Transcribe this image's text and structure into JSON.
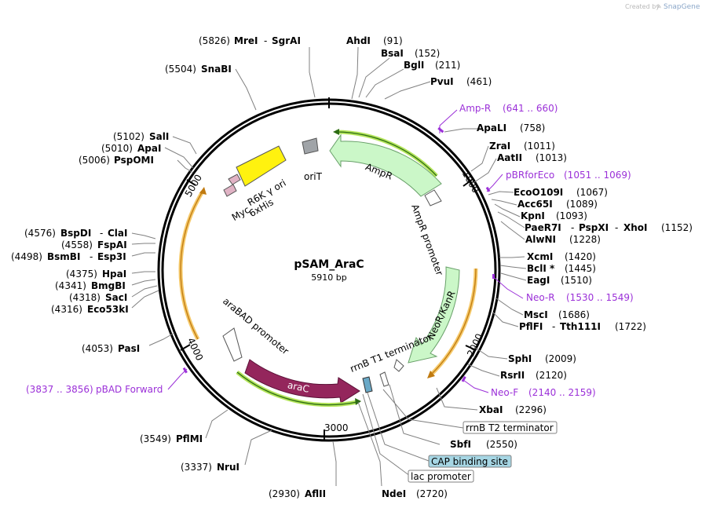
{
  "watermark": {
    "prefix": "Created by",
    "app": "SnapGene"
  },
  "plasmid": {
    "name": "pSAM_AraC",
    "size": "5910 bp"
  },
  "scale_ticks": [
    "1000",
    "2000",
    "3000",
    "4000",
    "5000"
  ],
  "sites_right": [
    {
      "name": "AhdI",
      "pos": "(91)"
    },
    {
      "name": "BsaI",
      "pos": "(152)"
    },
    {
      "name": "BglI",
      "pos": "(211)"
    },
    {
      "name": "PvuI",
      "pos": "(461)"
    },
    {
      "name": "ApaLI",
      "pos": "(758)"
    },
    {
      "name": "ZraI",
      "pos": "(1011)"
    },
    {
      "name": "AatII",
      "pos": "(1013)"
    },
    {
      "name": "EcoO109I",
      "pos": "(1067)"
    },
    {
      "name": "Acc65I",
      "pos": "(1089)"
    },
    {
      "name": "KpnI",
      "pos": "(1093)"
    },
    {
      "name": "PaeR7I",
      "sep1": "-",
      "name2": "PspXI",
      "sep2": "-",
      "name3": "XhoI",
      "pos": "(1152)"
    },
    {
      "name": "AlwNI",
      "pos": "(1228)"
    },
    {
      "name": "XcmI",
      "pos": "(1420)"
    },
    {
      "name": "BclI *",
      "pos": "(1445)"
    },
    {
      "name": "EagI",
      "pos": "(1510)"
    },
    {
      "name": "MscI",
      "pos": "(1686)"
    },
    {
      "name": "PflFI",
      "sep1": "-",
      "name2": "Tth111I",
      "pos": "(1722)"
    },
    {
      "name": "SphI",
      "pos": "(2009)"
    },
    {
      "name": "RsrII",
      "pos": "(2120)"
    },
    {
      "name": "XbaI",
      "pos": "(2296)"
    },
    {
      "name": "SbfI",
      "pos": "(2550)"
    },
    {
      "name": "NdeI",
      "pos": "(2720)"
    }
  ],
  "sites_left": [
    {
      "pos": "(5826)",
      "name": "MreI",
      "sep1": "-",
      "name2": "SgrAI"
    },
    {
      "pos": "(5504)",
      "name": "SnaBI"
    },
    {
      "pos": "(5102)",
      "name": "SalI"
    },
    {
      "pos": "(5010)",
      "name": "ApaI"
    },
    {
      "pos": "(5006)",
      "name": "PspOMI"
    },
    {
      "pos": "(4576)",
      "name": "BspDI",
      "sep1": "-",
      "name2": "ClaI"
    },
    {
      "pos": "(4558)",
      "name": "FspAI"
    },
    {
      "pos": "(4498)",
      "name": "BsmBI",
      "sep1": "-",
      "name2": "Esp3I"
    },
    {
      "pos": "(4375)",
      "name": "HpaI"
    },
    {
      "pos": "(4341)",
      "name": "BmgBI"
    },
    {
      "pos": "(4318)",
      "name": "SacI"
    },
    {
      "pos": "(4316)",
      "name": "Eco53kI"
    },
    {
      "pos": "(4053)",
      "name": "PasI"
    },
    {
      "pos": "(3549)",
      "name": "PflMI"
    },
    {
      "pos": "(3337)",
      "name": "NruI"
    },
    {
      "pos": "(2930)",
      "name": "AflII"
    }
  ],
  "primers": [
    {
      "name": "Amp-R",
      "range": "(641 .. 660)"
    },
    {
      "name": "pBRforEco",
      "range": "(1051 .. 1069)"
    },
    {
      "name": "Neo-R",
      "range": "(1530 .. 1549)"
    },
    {
      "name": "Neo-F",
      "range": "(2140 .. 2159)"
    },
    {
      "range": "(3837 .. 3856)",
      "name": "pBAD Forward"
    }
  ],
  "boxed_features": [
    {
      "name": "rrnB T2 terminator",
      "fill": "#ffffff"
    },
    {
      "name": "CAP binding site",
      "fill": "#a6d6e4"
    },
    {
      "name": "lac promoter",
      "fill": "#ffffff"
    }
  ],
  "features": {
    "ampr": "AmpR",
    "ampr_promoter": "AmpR promoter",
    "orit": "oriT",
    "r6k": "R6K γ ori",
    "myc": "Myc",
    "his": "6xHis",
    "neokanr": "NeoR/KanR",
    "rrnb_t1": "rrnB T1 terminator",
    "arac": "araC",
    "arabad": "araBAD promoter"
  },
  "colors": {
    "ampr": "#cbf7c8",
    "orf_halo_green": "#b3e45a",
    "orf_halo_orange": "#f5c96a",
    "r6k": "#fff20f",
    "arac": "#94265c",
    "primer": "#9b30d8",
    "feature_grey": "#a0a4a8"
  }
}
